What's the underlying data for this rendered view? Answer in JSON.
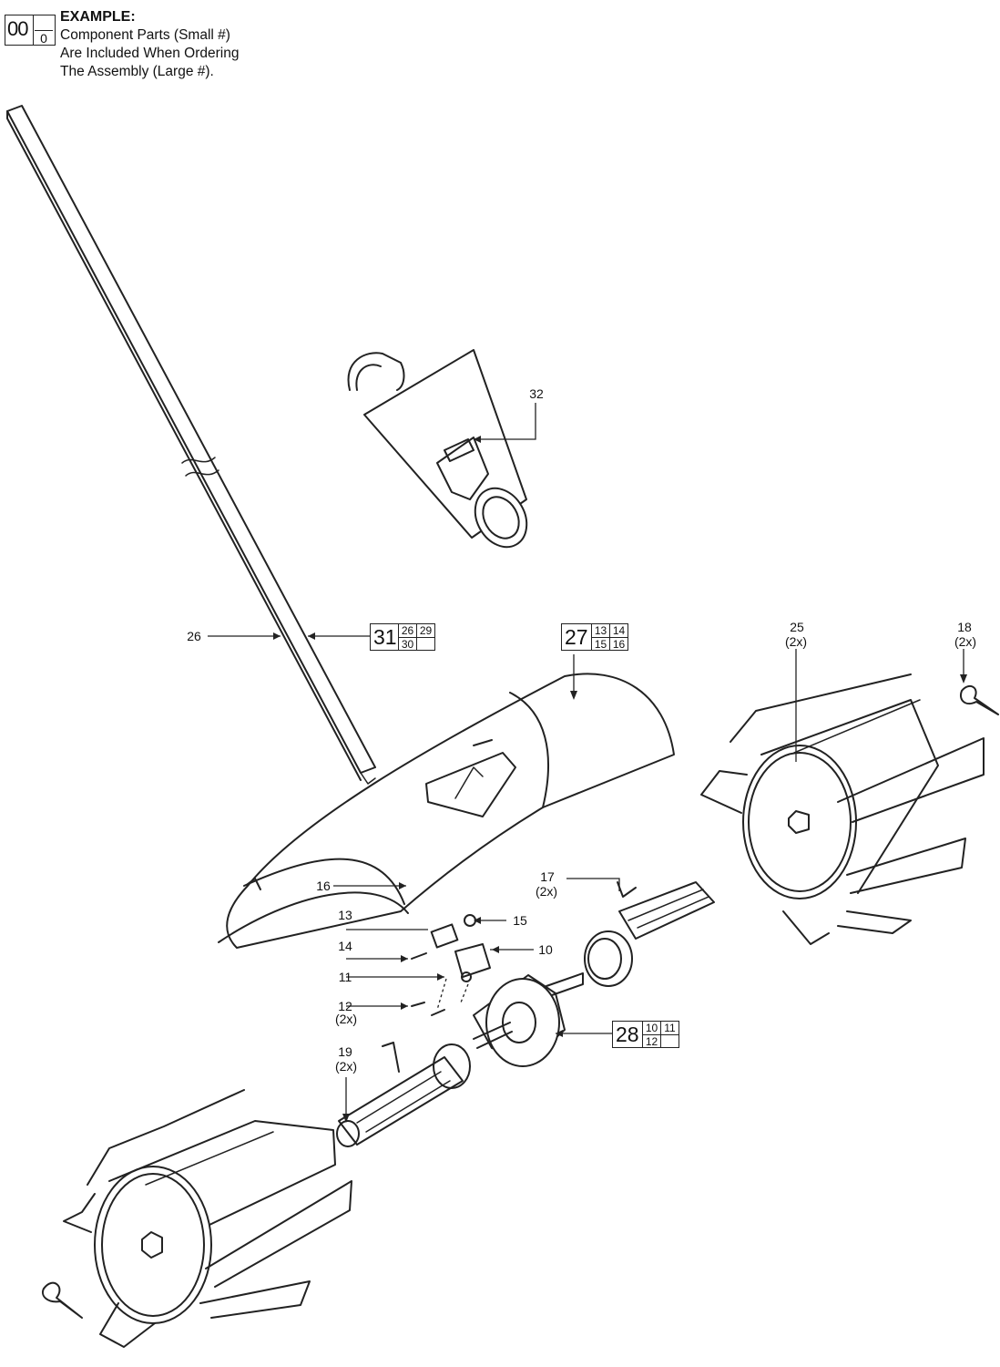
{
  "legend": {
    "example_big": "00",
    "example_small": "0",
    "title": "EXAMPLE:",
    "lines": [
      "Component Parts (Small #)",
      "Are Included When Ordering",
      "The Assembly (Large #)."
    ]
  },
  "callouts": {
    "c32": "32",
    "c26": "26",
    "c25": "25",
    "c25_qty": "(2x)",
    "c18": "18",
    "c18_qty": "(2x)",
    "c16": "16",
    "c13": "13",
    "c15": "15",
    "c14": "14",
    "c10": "10",
    "c11": "11",
    "c12": "12",
    "c12_qty": "(2x)",
    "c17": "17",
    "c17_qty": "(2x)",
    "c19": "19",
    "c19_qty": "(2x)"
  },
  "assemblies": {
    "a31": {
      "big": "31",
      "cells": [
        "26",
        "29",
        "30",
        ""
      ]
    },
    "a27": {
      "big": "27",
      "cells": [
        "13",
        "14",
        "15",
        "16"
      ]
    },
    "a28": {
      "big": "28",
      "cells": [
        "10",
        "11",
        "12",
        ""
      ]
    }
  }
}
